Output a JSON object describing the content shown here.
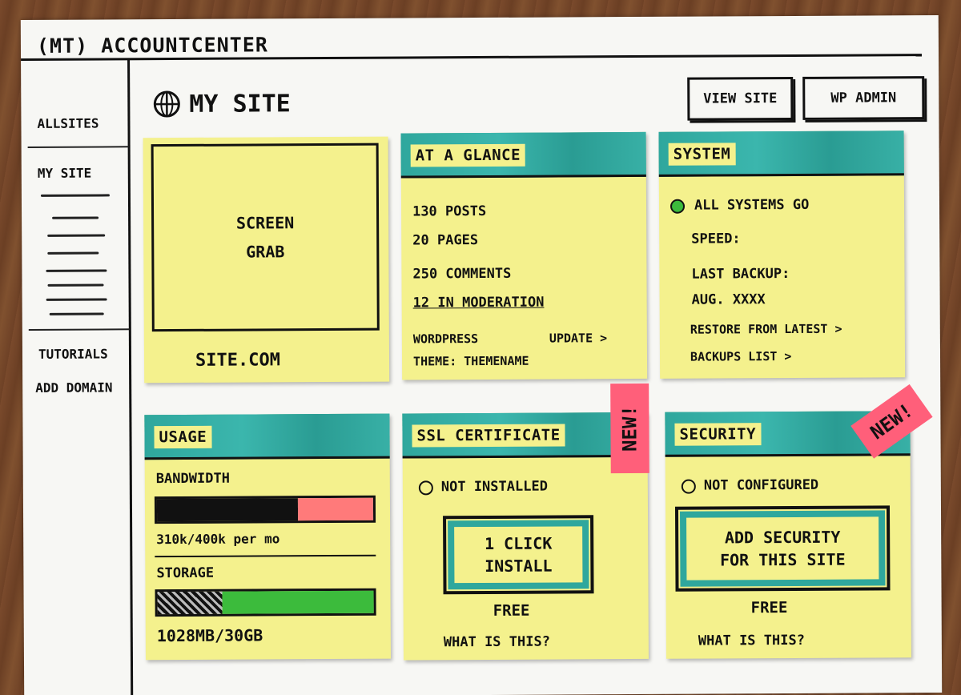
{
  "app": {
    "title": "(MT) ACCOUNTCENTER"
  },
  "sidebar": {
    "items": [
      {
        "label": "ALLSITES"
      },
      {
        "label": "MY SITE"
      },
      {
        "label": "TUTORIALS"
      },
      {
        "label": "ADD DOMAIN"
      }
    ]
  },
  "header": {
    "page_title": "MY SITE",
    "view_site_label": "VIEW SITE",
    "wp_admin_label": "WP ADMIN"
  },
  "screenshot_card": {
    "placeholder_line1": "SCREEN",
    "placeholder_line2": "GRAB",
    "domain": "SITE.COM"
  },
  "glance_card": {
    "title": "AT A GLANCE",
    "posts": "130 POSTS",
    "pages": "20 PAGES",
    "comments": "250 COMMENTS",
    "moderation": "12 IN MODERATION",
    "wordpress": "WORDPRESS",
    "update_link": "UPDATE >",
    "theme": "THEME: THEMENAME"
  },
  "system_card": {
    "title": "SYSTEM",
    "status": "ALL SYSTEMS GO",
    "speed": "SPEED:",
    "last_backup": "LAST BACKUP:",
    "backup_date": "AUG. XXXX",
    "restore_link": "RESTORE FROM LATEST >",
    "backups_link": "BACKUPS LIST >"
  },
  "usage_card": {
    "title": "USAGE",
    "bandwidth_label": "BANDWIDTH",
    "bandwidth_value": "310k/400k per mo",
    "bandwidth_fraction": 0.65,
    "storage_label": "STORAGE",
    "storage_value": "1028MB/30GB",
    "storage_fraction": 0.3
  },
  "ssl_card": {
    "title": "SSL CERTIFICATE",
    "badge": "NEW!",
    "status": "NOT INSTALLED",
    "button_line1": "1 CLICK",
    "button_line2": "INSTALL",
    "price": "FREE",
    "help_link": "WHAT IS THIS?"
  },
  "security_card": {
    "title": "SECURITY",
    "badge": "NEW!",
    "status": "NOT CONFIGURED",
    "button_line1": "ADD SECURITY",
    "button_line2": "FOR THIS SITE",
    "price": "FREE",
    "help_link": "WHAT IS THIS?"
  },
  "colors": {
    "sticky": "#f4f18d",
    "header_teal": "#2fa79d",
    "status_ok": "#3cbb3c",
    "bar_used": "#111111",
    "bar_remaining": "#ff7a7a",
    "bar_storage": "#3cbb3c",
    "badge": "#ff5f7a"
  }
}
